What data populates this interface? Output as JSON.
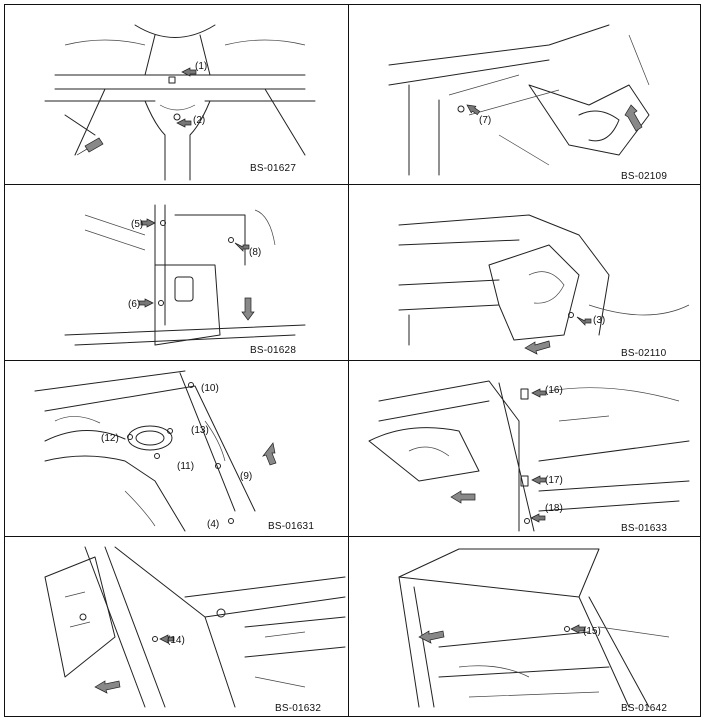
{
  "panels": [
    {
      "id": "BS-01627",
      "callouts": [
        "(1)",
        "(2)"
      ]
    },
    {
      "id": "BS-02109",
      "callouts": [
        "(7)"
      ]
    },
    {
      "id": "BS-01628",
      "callouts": [
        "(5)",
        "(8)",
        "(6)"
      ]
    },
    {
      "id": "BS-02110",
      "callouts": [
        "(3)"
      ]
    },
    {
      "id": "BS-01631",
      "callouts": [
        "(10)",
        "(12)",
        "(13)",
        "(11)",
        "(9)",
        "(4)"
      ]
    },
    {
      "id": "BS-01633",
      "callouts": [
        "(16)",
        "(17)",
        "(18)"
      ]
    },
    {
      "id": "BS-01632",
      "callouts": [
        "(14)"
      ]
    },
    {
      "id": "BS-01642",
      "callouts": [
        "(15)"
      ]
    }
  ],
  "icons": {
    "arrow": "front-direction-arrow-icon",
    "pointer": "callout-pointer-arrow-icon"
  }
}
